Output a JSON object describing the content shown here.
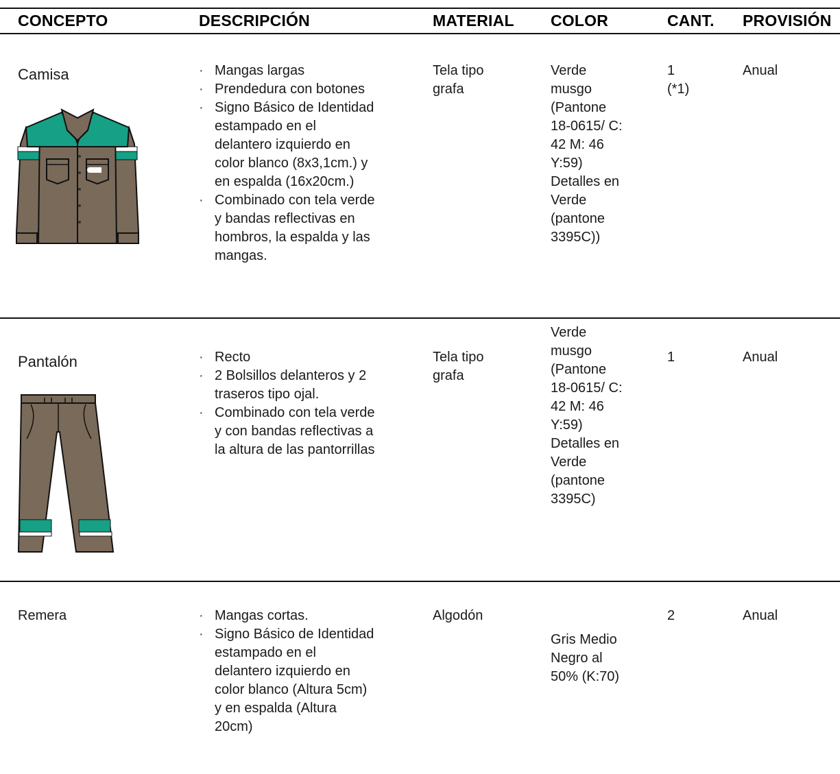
{
  "headers": {
    "concepto": "CONCEPTO",
    "descripcion": "DESCRIPCIÓN",
    "material": "MATERIAL",
    "color": "COLOR",
    "cant": "CANT.",
    "provision": "PROVISIÓN"
  },
  "bullet_symbol": "·",
  "rows": [
    {
      "concepto": "Camisa",
      "illustration_icon": "shirt-icon",
      "descripcion": [
        "Mangas largas",
        "Prendedura con botones",
        "Signo Básico de Identidad\nestampado en el\ndelantero izquierdo en\ncolor blanco (8x3,1cm.) y\nen espalda (16x20cm.)",
        "Combinado con tela verde\ny bandas reflectivas en\nhombros, la espalda y las\nmangas."
      ],
      "material": "Tela tipo\ngrafa",
      "color": "Verde\nmusgo\n(Pantone\n18-0615/ C:\n42 M: 46\nY:59)\nDetalles en\nVerde\n(pantone\n3395C))",
      "cant": "1\n(*1)",
      "provision": "Anual"
    },
    {
      "concepto": "Pantalón",
      "illustration_icon": "pants-icon",
      "descripcion": [
        "Recto",
        "2 Bolsillos delanteros y 2\ntraseros tipo ojal.",
        "Combinado con tela verde\ny con bandas reflectivas a\nla altura de las pantorrillas"
      ],
      "material": "Tela tipo\ngrafa",
      "color": "Verde\nmusgo\n(Pantone\n18-0615/ C:\n42 M: 46\nY:59)\nDetalles en\nVerde\n(pantone\n3395C)",
      "cant": "1",
      "provision": "Anual"
    },
    {
      "concepto": "Remera",
      "descripcion": [
        "Mangas cortas.",
        "Signo Básico de Identidad\nestampado en el\ndelantero izquierdo en\ncolor blanco (Altura 5cm)\ny en espalda (Altura\n20cm)"
      ],
      "material": "Algodón",
      "color": "Gris Medio\nNegro al\n50% (K:70)",
      "cant": "2",
      "provision": "Anual"
    }
  ],
  "colors": {
    "garment_brown": "#7a6a5a",
    "accent_green": "#16a085",
    "outline": "#111111"
  }
}
